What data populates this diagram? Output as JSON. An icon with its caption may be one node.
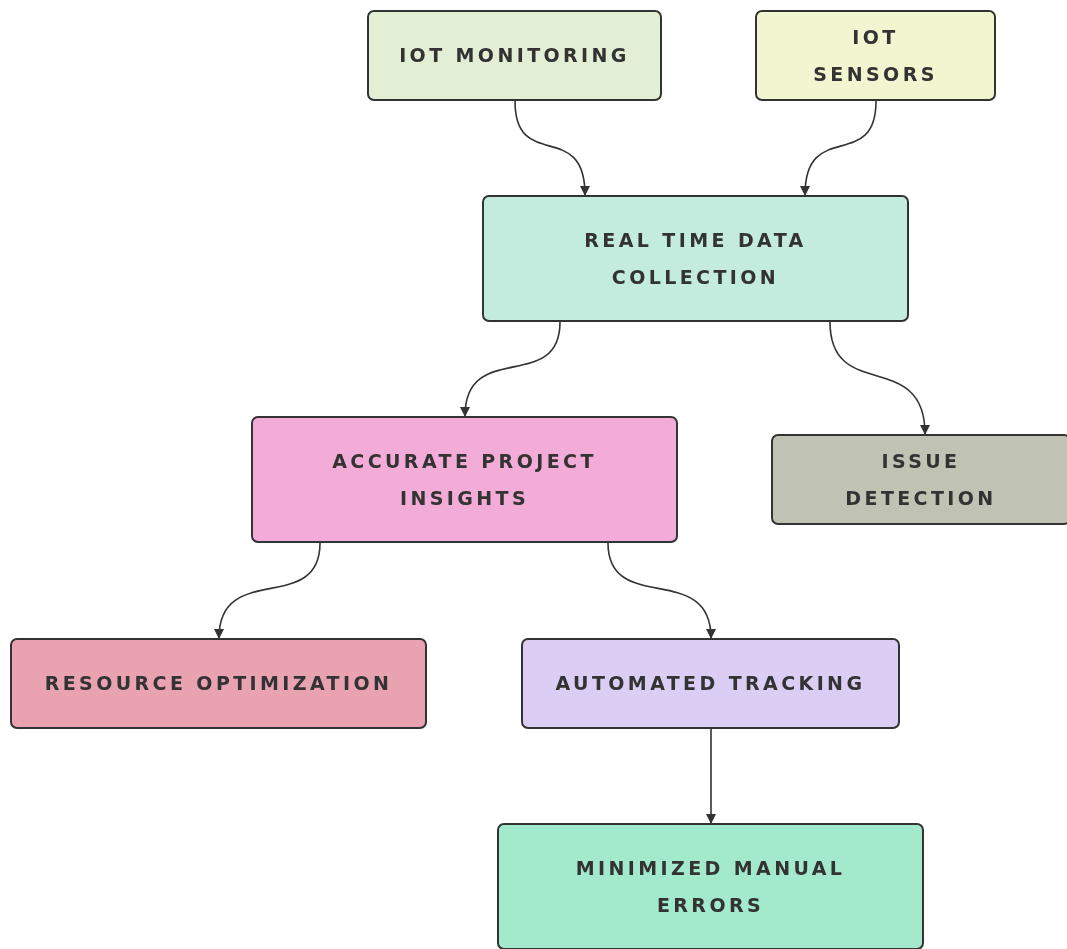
{
  "diagram": {
    "nodes": [
      {
        "text": [
          "IOT MONITORING"
        ]
      },
      {
        "text": [
          "IOT SENSORS"
        ]
      },
      {
        "text": [
          "REAL TIME DATA COLLECTION"
        ]
      },
      {
        "text": [
          "ACCURATE PROJECT INSIGHTS"
        ]
      },
      {
        "text": [
          "ISSUE DETECTION"
        ]
      },
      {
        "text": [
          "RESOURCE OPTIMIZATION"
        ]
      },
      {
        "text": [
          "AUTOMATED TRACKING"
        ]
      },
      {
        "text": [
          "MINIMIZED MANUAL ERRORS"
        ]
      }
    ],
    "edges": [
      {
        "from": 0,
        "to": 2,
        "arrow": "to"
      },
      {
        "from": 1,
        "to": 2,
        "arrow": "to"
      },
      {
        "from": 2,
        "to": 3,
        "arrow": "to"
      },
      {
        "from": 2,
        "to": 4,
        "arrow": "to"
      },
      {
        "from": 3,
        "to": 5,
        "arrow": "to"
      },
      {
        "from": 3,
        "to": 6,
        "arrow": "to"
      },
      {
        "from": 6,
        "to": 7,
        "arrow": "to"
      }
    ]
  }
}
